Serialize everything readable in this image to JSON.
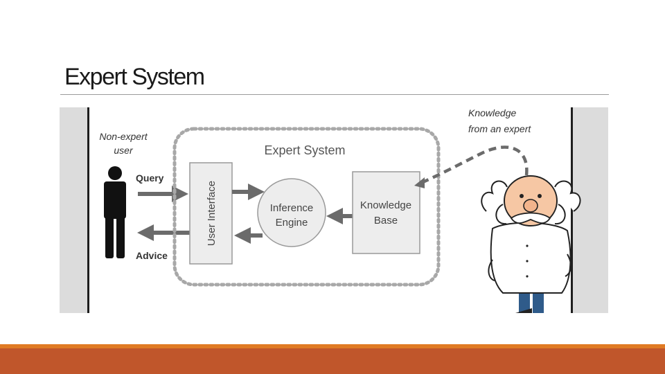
{
  "slide": {
    "title": "Expert System",
    "colors": {
      "accent_bar": "#c0562b",
      "accent_thin": "#e07b24",
      "figure_side": "#dcdcdc"
    }
  },
  "diagram": {
    "user_label_line1": "Non-expert",
    "user_label_line2": "user",
    "query": "Query",
    "advice": "Advice",
    "system_label": "Expert System",
    "user_interface": "User Interface",
    "inference_line1": "Inference",
    "inference_line2": "Engine",
    "kb_line1": "Knowledge",
    "kb_line2": "Base",
    "expert_line1": "Knowledge",
    "expert_line2": "from an expert",
    "icons": [
      "person-silhouette-icon",
      "expert-cartoon-icon"
    ]
  }
}
